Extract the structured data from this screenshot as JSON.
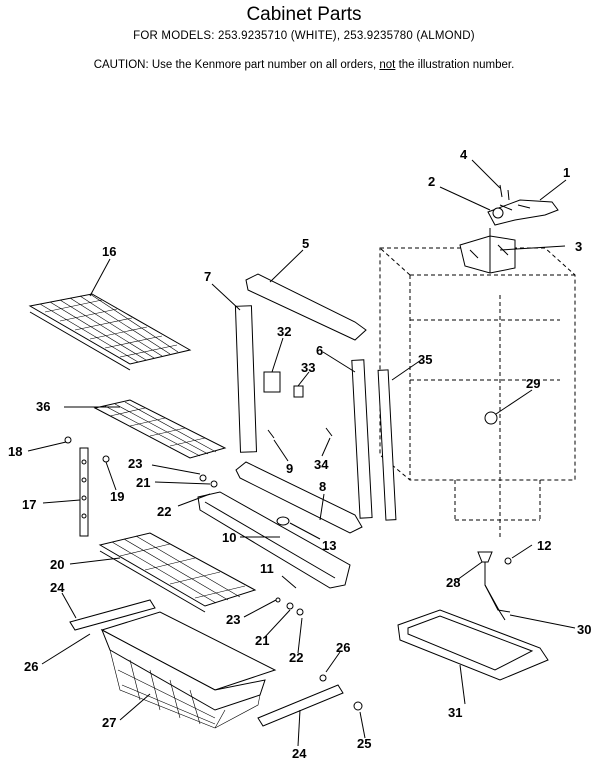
{
  "header": {
    "title": "Cabinet Parts",
    "models": "FOR MODELS:  253.9235710  (WHITE), 253.9235780 (ALMOND)",
    "caution_prefix": "CAUTION:  Use the Kenmore part number on all orders, ",
    "caution_emphasis": "not",
    "caution_suffix": " the illustration number."
  },
  "callouts": {
    "c1": "1",
    "c2": "2",
    "c3": "3",
    "c4": "4",
    "c5": "5",
    "c6": "6",
    "c7": "7",
    "c8": "8",
    "c9": "9",
    "c10": "10",
    "c11": "11",
    "c12": "12",
    "c13": "13",
    "c16": "16",
    "c17": "17",
    "c18": "18",
    "c19": "19",
    "c20": "20",
    "c21a": "21",
    "c21b": "21",
    "c22a": "22",
    "c22b": "22",
    "c23a": "23",
    "c23b": "23",
    "c24a": "24",
    "c24b": "24",
    "c25": "25",
    "c26a": "26",
    "c26b": "26",
    "c27": "27",
    "c28": "28",
    "c29": "29",
    "c30": "30",
    "c31": "31",
    "c32": "32",
    "c33": "33",
    "c34": "34",
    "c35": "35",
    "c36": "36"
  }
}
